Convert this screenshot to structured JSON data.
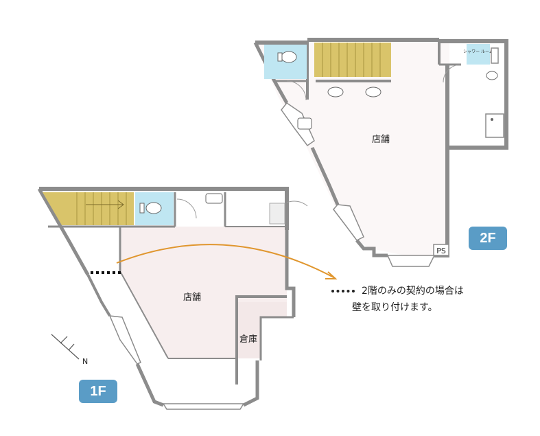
{
  "colors": {
    "wall": "#8c8c8c",
    "stair": "#d9c46a",
    "toilet_room": "#bfe6f2",
    "badge": "#5a9cc6",
    "arrow": "#e0962e",
    "floor_shade": "#f6eeee"
  },
  "floor1": {
    "badge": "1F",
    "shop_label": "店舗",
    "storage_label": "倉庫"
  },
  "floor2": {
    "badge": "2F",
    "shop_label": "店舗",
    "ps_label": "PS",
    "shower_label": "シャワー ルーム"
  },
  "note": {
    "line1": "2階のみの契約の場合は",
    "line2": "壁を取り付けます。"
  },
  "compass": {
    "label": "N"
  }
}
